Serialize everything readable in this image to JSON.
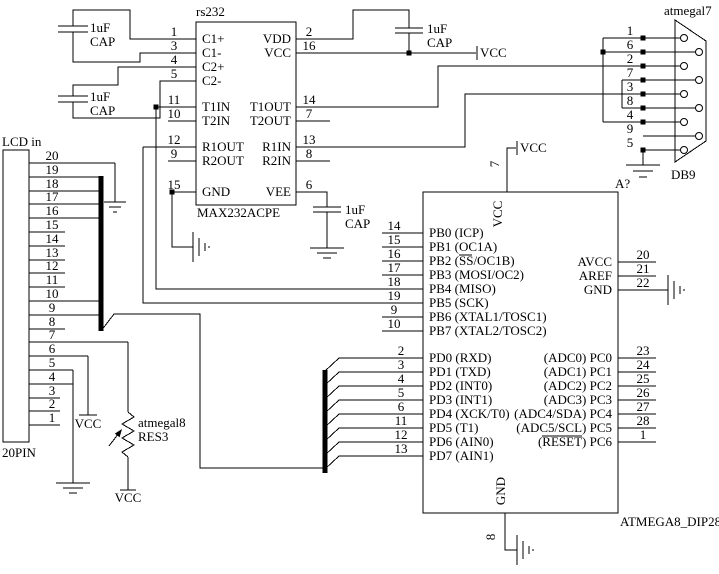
{
  "colors": {
    "wire": "#000000",
    "background": "#ffffff"
  },
  "power": {
    "vcc": "VCC"
  },
  "max232": {
    "ref": "rs232",
    "part": "MAX232ACPE",
    "left_pins": [
      {
        "num": "1",
        "name": "C1+"
      },
      {
        "num": "3",
        "name": "C1-"
      },
      {
        "num": "4",
        "name": "C2+"
      },
      {
        "num": "5",
        "name": "C2-"
      },
      {
        "num": "11",
        "name": "T1IN"
      },
      {
        "num": "10",
        "name": "T2IN"
      },
      {
        "num": "12",
        "name": "R1OUT"
      },
      {
        "num": "9",
        "name": "R2OUT"
      },
      {
        "num": "15",
        "name": "GND"
      }
    ],
    "right_pins": [
      {
        "num": "2",
        "name": "VDD"
      },
      {
        "num": "16",
        "name": "VCC"
      },
      {
        "num": "14",
        "name": "T1OUT"
      },
      {
        "num": "7",
        "name": "T2OUT"
      },
      {
        "num": "13",
        "name": "R1IN"
      },
      {
        "num": "8",
        "name": "R2IN"
      },
      {
        "num": "6",
        "name": "VEE"
      }
    ]
  },
  "atmega": {
    "ref": "A?",
    "part": "ATMEGA8_DIP28",
    "vcc_pin": {
      "num": "7",
      "name": "VCC"
    },
    "gnd_pin": {
      "num": "8",
      "name": "GND"
    },
    "left_pins": [
      {
        "num": "14",
        "name": "PB0 (ICP)"
      },
      {
        "num": "15",
        "name": "PB1 (OC1A)"
      },
      {
        "num": "16",
        "name": "PB2 (SS/OC1B)",
        "overline": "SS"
      },
      {
        "num": "17",
        "name": "PB3 (MOSI/OC2)"
      },
      {
        "num": "18",
        "name": "PB4 (MISO)"
      },
      {
        "num": "19",
        "name": "PB5 (SCK)"
      },
      {
        "num": "9",
        "name": "PB6 (XTAL1/TOSC1)"
      },
      {
        "num": "10",
        "name": "PB7 (XTAL2/TOSC2)"
      },
      {
        "num": "2",
        "name": "PD0 (RXD)"
      },
      {
        "num": "3",
        "name": "PD1 (TXD)"
      },
      {
        "num": "4",
        "name": "PD2 (INT0)"
      },
      {
        "num": "5",
        "name": "PD3 (INT1)"
      },
      {
        "num": "6",
        "name": "PD4 (XCK/T0)"
      },
      {
        "num": "11",
        "name": "PD5 (T1)"
      },
      {
        "num": "12",
        "name": "PD6 (AIN0)"
      },
      {
        "num": "13",
        "name": "PD7 (AIN1)"
      }
    ],
    "right_pins_top": [
      {
        "num": "20",
        "name": "AVCC"
      },
      {
        "num": "21",
        "name": "AREF"
      },
      {
        "num": "22",
        "name": "GND"
      }
    ],
    "right_pins_bottom": [
      {
        "num": "23",
        "name": "(ADC0) PC0"
      },
      {
        "num": "24",
        "name": "(ADC1) PC1"
      },
      {
        "num": "25",
        "name": "(ADC2) PC2"
      },
      {
        "num": "26",
        "name": "(ADC3) PC3"
      },
      {
        "num": "27",
        "name": "(ADC4/SDA) PC4"
      },
      {
        "num": "28",
        "name": "(ADC5/SCL) PC5"
      },
      {
        "num": "1",
        "name": "(RESET) PC6",
        "overline": "RESET"
      }
    ]
  },
  "lcd": {
    "title": "LCD in",
    "part": "20PIN",
    "pins": [
      "20",
      "19",
      "18",
      "17",
      "16",
      "15",
      "14",
      "13",
      "12",
      "11",
      "10",
      "9",
      "8",
      "7",
      "6",
      "5",
      "4",
      "3",
      "2",
      "1"
    ]
  },
  "db9": {
    "title": "atmegal7",
    "part": "DB9",
    "pins": [
      "1",
      "6",
      "2",
      "7",
      "3",
      "8",
      "4",
      "9",
      "5"
    ]
  },
  "capacitors": [
    {
      "value": "1uF",
      "label": "CAP"
    },
    {
      "value": "1uF",
      "label": "CAP"
    },
    {
      "value": "1uF",
      "label": "CAP"
    },
    {
      "value": "1uF",
      "label": "CAP"
    }
  ],
  "potentiometer": {
    "ref": "atmegal8",
    "part": "RES3"
  }
}
